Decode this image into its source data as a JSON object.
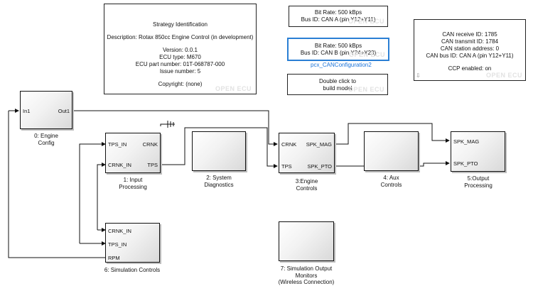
{
  "strategy": {
    "title": "Strategy Identification",
    "description": "Description: Rotax 850cc Engine Control (in development)",
    "version": "Version: 0.0.1",
    "ecu_type": "ECU type: M670",
    "ecu_part": "ECU part number: 01T-068787-000",
    "issue": "Issue number: 5",
    "copyright": "Copyright: (none)"
  },
  "can_a": {
    "bitrate": "Bit Rate: 500 kBps",
    "bus": "Bus ID: CAN A (pin Y12+Y11)"
  },
  "can_b": {
    "bitrate": "Bit Rate: 500 kBps",
    "bus": "Bus ID: CAN B (pin Y24+Y23)",
    "name": "pcx_CANConfiguration2"
  },
  "build": {
    "line1": "Double click to",
    "line2": "build model"
  },
  "can_info": {
    "receive": "CAN receive ID: 1785",
    "transmit": "CAN transmit ID: 1784",
    "station": "CAN station address: 0",
    "bus": "CAN bus ID: CAN A (pin Y12+Y11)",
    "ccp": "CCP enabled: on"
  },
  "logo_text": "OPEN ECU",
  "blocks": {
    "engine_config": {
      "in": "In1",
      "out": "Out1",
      "caption1": "0: Engine",
      "caption2": "Config"
    },
    "input_processing": {
      "in1": "TPS_IN",
      "in2": "CRNK_IN",
      "out1": "CRNK",
      "out2": "TPS",
      "caption1": "1: Input",
      "caption2": "Processing"
    },
    "system_diagnostics": {
      "caption1": "2: System",
      "caption2": "Diagnostics"
    },
    "engine_controls": {
      "in1": "CRNK",
      "in2": "TPS",
      "out1": "SPK_MAG",
      "out2": "SPK_PTO",
      "caption1": "3:Engine",
      "caption2": "Controls"
    },
    "aux_controls": {
      "caption1": "4: Aux",
      "caption2": "Controls"
    },
    "output_processing": {
      "in1": "SPK_MAG",
      "in2": "SPK_PTO",
      "caption1": "5:Output",
      "caption2": "Processing"
    },
    "simulation_controls": {
      "out1": "CRNK_IN",
      "out2": "TPS_IN",
      "out3": "RPM",
      "caption": "6: Simulation Controls"
    },
    "simulation_monitors": {
      "caption1": "7: Simulation Output",
      "caption2": "Monitors",
      "caption3": "(Wireless Connection)"
    }
  }
}
